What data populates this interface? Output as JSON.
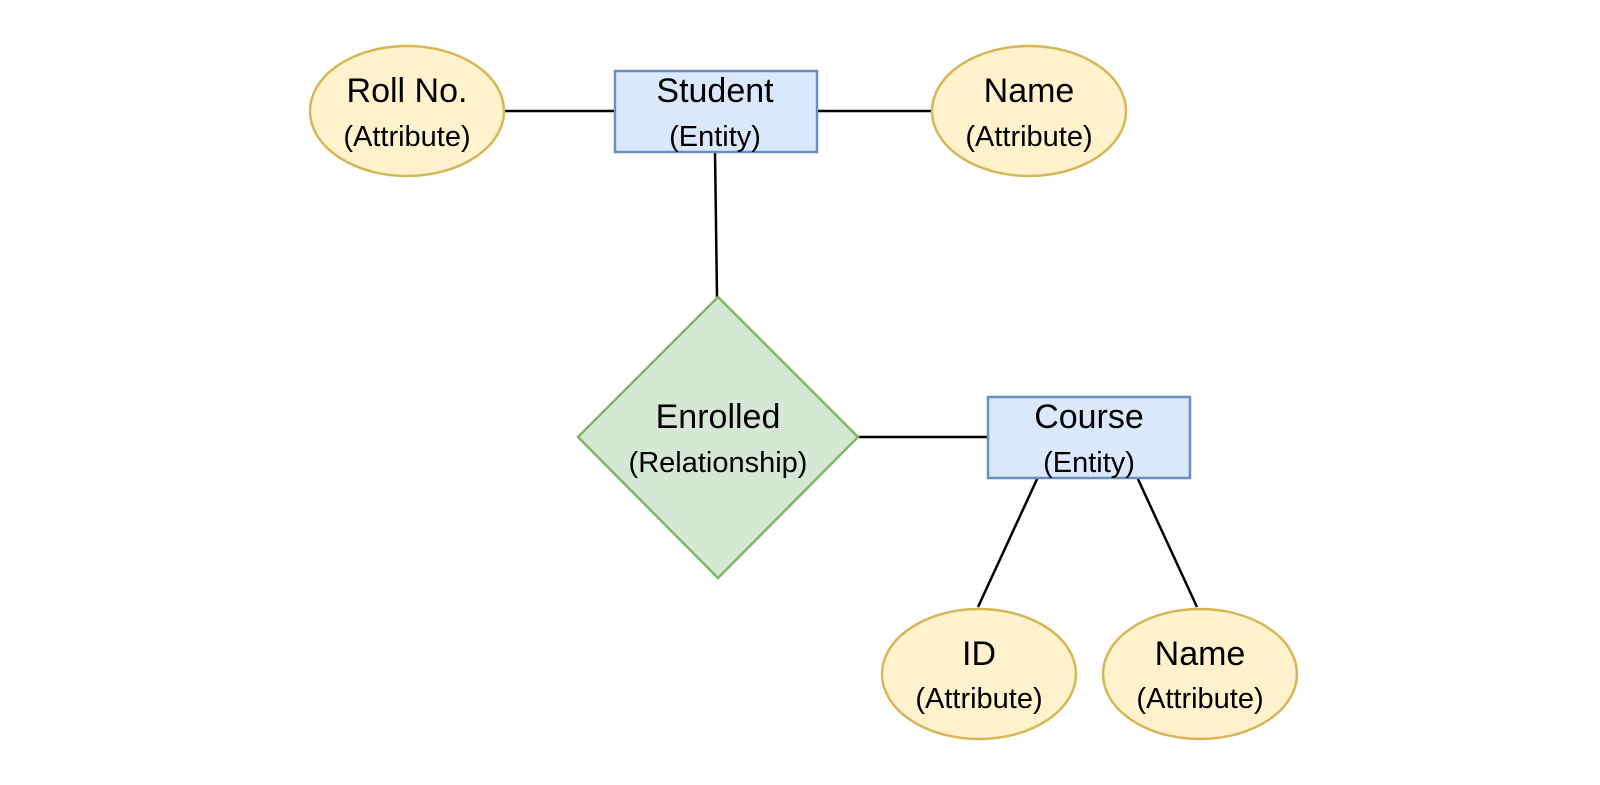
{
  "colors": {
    "entity_fill": "#dae8fc",
    "entity_stroke": "#6c8ebf",
    "attribute_fill": "#fff2cc",
    "attribute_stroke": "#d6b656",
    "relationship_fill": "#d5e8d4",
    "relationship_stroke": "#82b366",
    "connector": "#000000"
  },
  "entities": {
    "student": {
      "name": "Student",
      "type": "(Entity)"
    },
    "course": {
      "name": "Course",
      "type": "(Entity)"
    }
  },
  "relationships": {
    "enrolled": {
      "name": "Enrolled",
      "type": "(Relationship)"
    }
  },
  "attributes": {
    "roll_no": {
      "name": "Roll No.",
      "type": "(Attribute)"
    },
    "student_name": {
      "name": "Name",
      "type": "(Attribute)"
    },
    "course_id": {
      "name": "ID",
      "type": "(Attribute)"
    },
    "course_name": {
      "name": "Name",
      "type": "(Attribute)"
    }
  }
}
